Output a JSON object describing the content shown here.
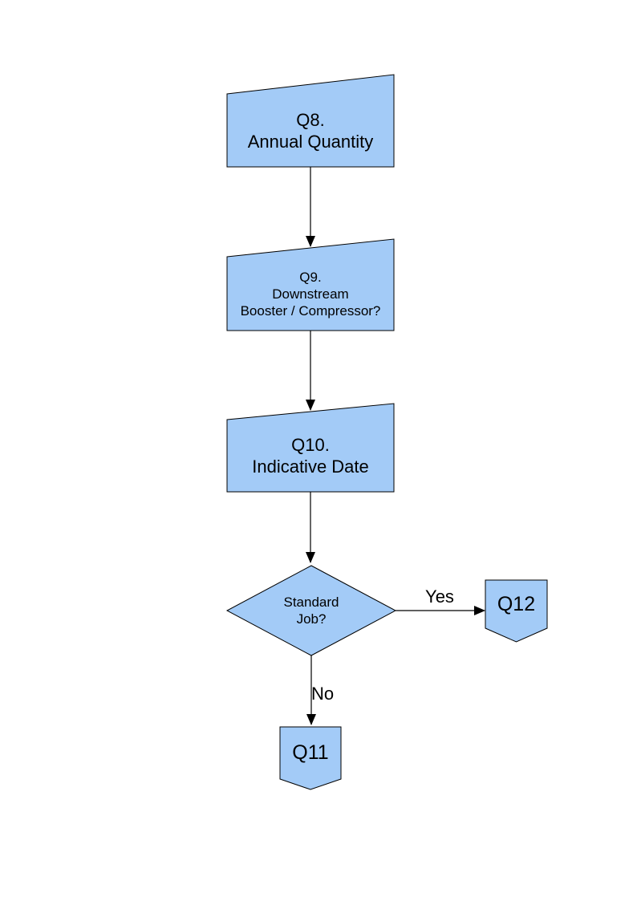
{
  "diagram": {
    "type": "flowchart",
    "fill_color": "#A3CBF7",
    "border_color": "#000000",
    "nodes": {
      "q8": {
        "shape": "manual-input",
        "lines": [
          "Q8.",
          "Annual Quantity"
        ]
      },
      "q9": {
        "shape": "manual-input",
        "lines": [
          "Q9.",
          "Downstream",
          "Booster / Compressor?"
        ]
      },
      "q10": {
        "shape": "manual-input",
        "lines": [
          "Q10.",
          "Indicative Date"
        ]
      },
      "standard_job": {
        "shape": "decision",
        "lines": [
          "Standard",
          "Job?"
        ]
      },
      "q12": {
        "shape": "off-page-connector",
        "label": "Q12"
      },
      "q11": {
        "shape": "off-page-connector",
        "label": "Q11"
      }
    },
    "edge_labels": {
      "yes": "Yes",
      "no": "No"
    }
  }
}
